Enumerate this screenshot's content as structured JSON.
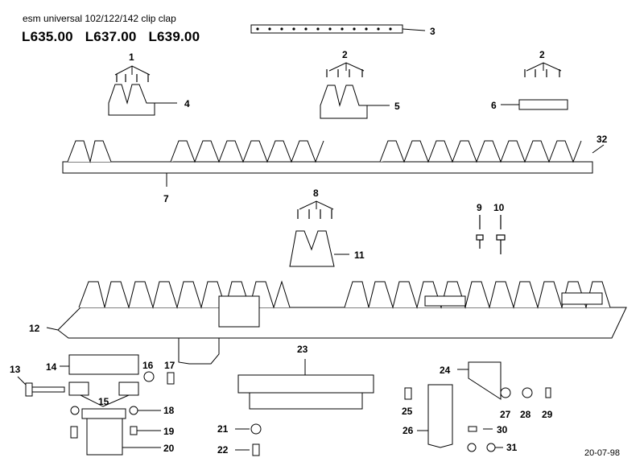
{
  "header": {
    "subtitle": "esm universal 102/122/142 clip clap",
    "models": [
      "L635.00",
      "L637.00",
      "L639.00"
    ]
  },
  "footer": {
    "date": "20-07-98"
  },
  "callouts": [
    "1",
    "2",
    "2",
    "3",
    "4",
    "5",
    "6",
    "7",
    "8",
    "9",
    "10",
    "11",
    "12",
    "13",
    "14",
    "15",
    "16",
    "17",
    "18",
    "19",
    "20",
    "21",
    "22",
    "23",
    "24",
    "25",
    "26",
    "27",
    "28",
    "29",
    "30",
    "31",
    "32"
  ]
}
